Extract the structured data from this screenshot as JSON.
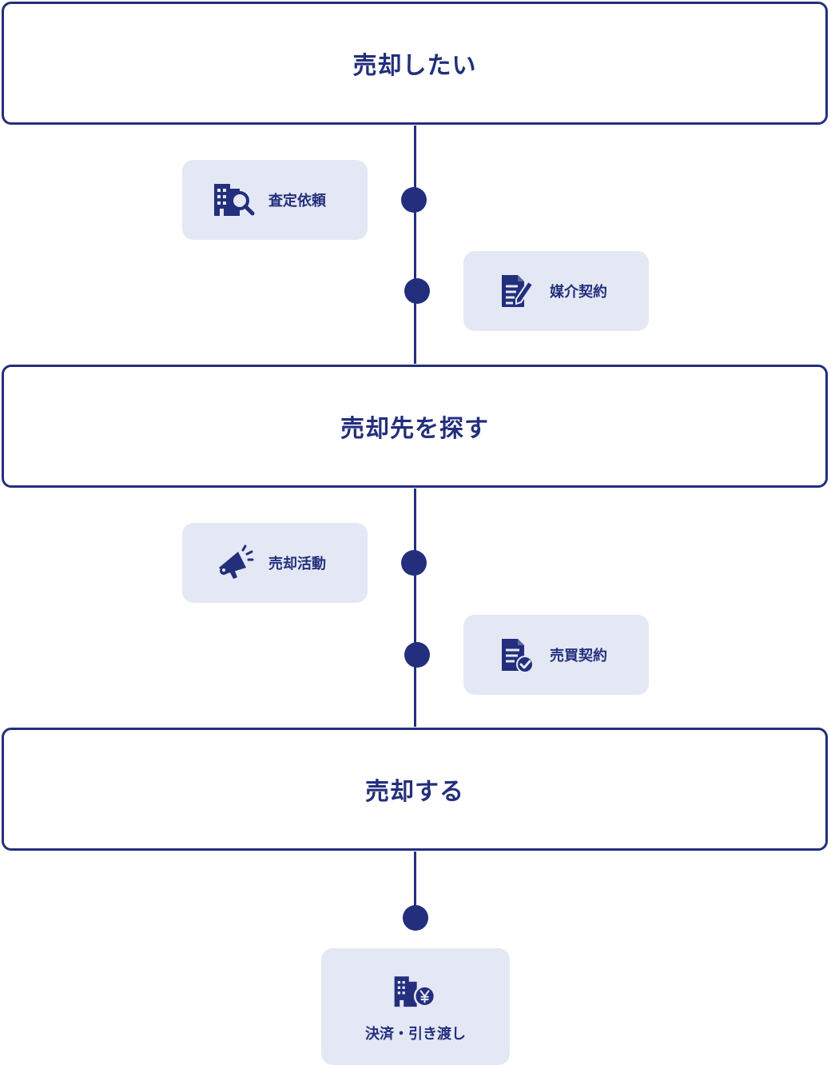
{
  "stages": [
    {
      "title": "売却したい"
    },
    {
      "title": "売却先を探す"
    },
    {
      "title": "売却する"
    }
  ],
  "steps": [
    {
      "label": "査定依頼",
      "icon": "building-search-icon"
    },
    {
      "label": "媒介契約",
      "icon": "document-pen-icon"
    },
    {
      "label": "売却活動",
      "icon": "megaphone-icon"
    },
    {
      "label": "売買契約",
      "icon": "document-check-icon"
    },
    {
      "label": "決済・引き渡し",
      "icon": "building-yen-icon"
    }
  ],
  "colors": {
    "primary": "#232f7c",
    "card_bg": "#e4e8f4",
    "background": "#ffffff"
  }
}
